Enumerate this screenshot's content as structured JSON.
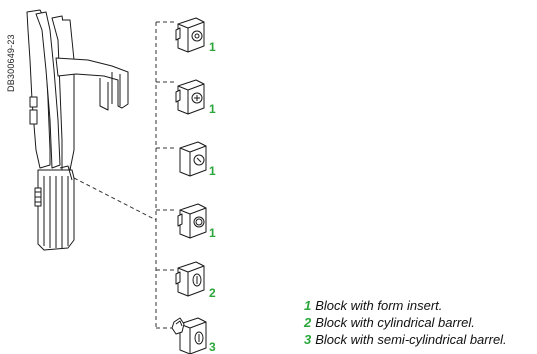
{
  "figure": {
    "reference_code": "DB300649-23",
    "callouts": [
      "1",
      "1",
      "1",
      "1",
      "2",
      "3"
    ],
    "legend": [
      {
        "key": "1",
        "text": "Block with form insert."
      },
      {
        "key": "2",
        "text": "Block with cylindrical barrel."
      },
      {
        "key": "3",
        "text": "Block with semi-cylindrical barrel."
      }
    ],
    "colors": {
      "accent": "#2aa63a",
      "line": "#1a1a1a",
      "text": "#111111"
    }
  }
}
